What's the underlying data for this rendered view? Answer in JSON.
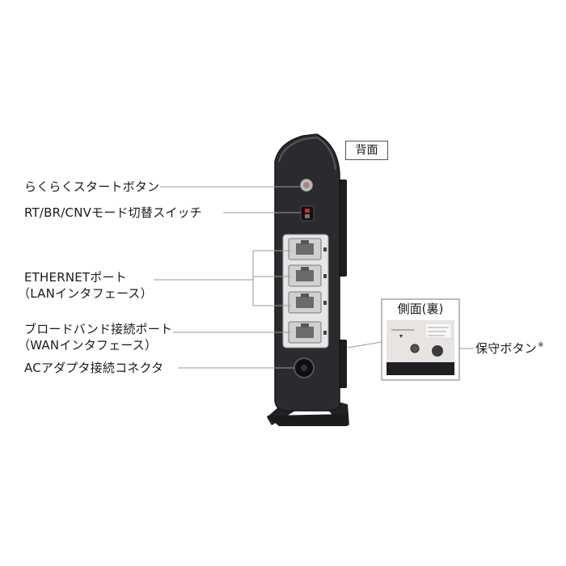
{
  "panels": {
    "back_label": "背面",
    "side_label": "側面(裏)"
  },
  "callouts": {
    "easy_start": "らくらくスタートボタン",
    "mode_switch": "RT/BR/CNVモード切替スイッチ",
    "ethernet_line1": "ETHERNETポート",
    "ethernet_line2": "（LANインタフェース）",
    "broadband_line1": "ブロードバンド接続ポート",
    "broadband_line2": "（WANインタフェース）",
    "ac_adapter": "ACアダプタ接続コネクタ",
    "maintenance_button": "保守ボタン",
    "maintenance_note_mark": "※"
  },
  "colors": {
    "device_body": "#2b2b2f",
    "device_edge": "#1a1a1d",
    "port_face": "#d8d8d8",
    "leader_line": "#9a9a9a"
  }
}
